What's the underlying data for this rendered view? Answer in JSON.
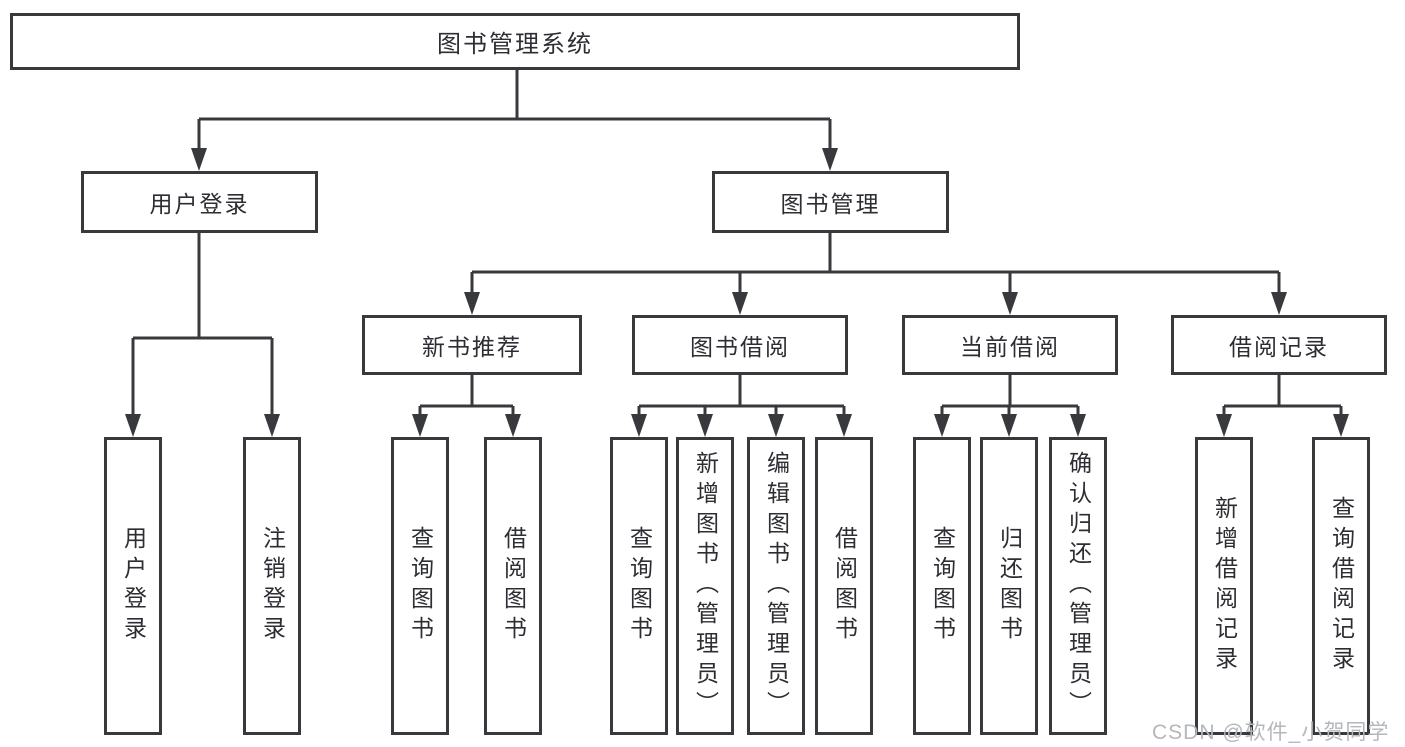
{
  "diagram_title": "图书管理系统",
  "nodes": {
    "root": {
      "label": "图书管理系统"
    },
    "level2": [
      {
        "label": "用户登录"
      },
      {
        "label": "图书管理"
      }
    ],
    "level3": [
      {
        "label": "新书推荐",
        "parent": "图书管理"
      },
      {
        "label": "图书借阅",
        "parent": "图书管理"
      },
      {
        "label": "当前借阅",
        "parent": "图书管理"
      },
      {
        "label": "借阅记录",
        "parent": "图书管理"
      }
    ],
    "leaves": [
      {
        "label": "用户登录",
        "parent": "用户登录"
      },
      {
        "label": "注销登录",
        "parent": "用户登录"
      },
      {
        "label": "查询图书",
        "parent": "新书推荐"
      },
      {
        "label": "借阅图书",
        "parent": "新书推荐"
      },
      {
        "label": "查询图书",
        "parent": "图书借阅"
      },
      {
        "label": "新增图书（管理员）",
        "parent": "图书借阅"
      },
      {
        "label": "编辑图书（管理员）",
        "parent": "图书借阅"
      },
      {
        "label": "借阅图书",
        "parent": "图书借阅"
      },
      {
        "label": "查询图书",
        "parent": "当前借阅"
      },
      {
        "label": "归还图书",
        "parent": "当前借阅"
      },
      {
        "label": "确认归还（管理员）",
        "parent": "当前借阅"
      },
      {
        "label": "新增借阅记录",
        "parent": "借阅记录"
      },
      {
        "label": "查询借阅记录",
        "parent": "借阅记录"
      }
    ]
  },
  "watermark": {
    "text": "CSDN @软件_小贺同学"
  },
  "colors": {
    "line": "#37393c",
    "text": "#2c2e33",
    "background": "#ffffff",
    "watermark": "#b4b7bb"
  }
}
